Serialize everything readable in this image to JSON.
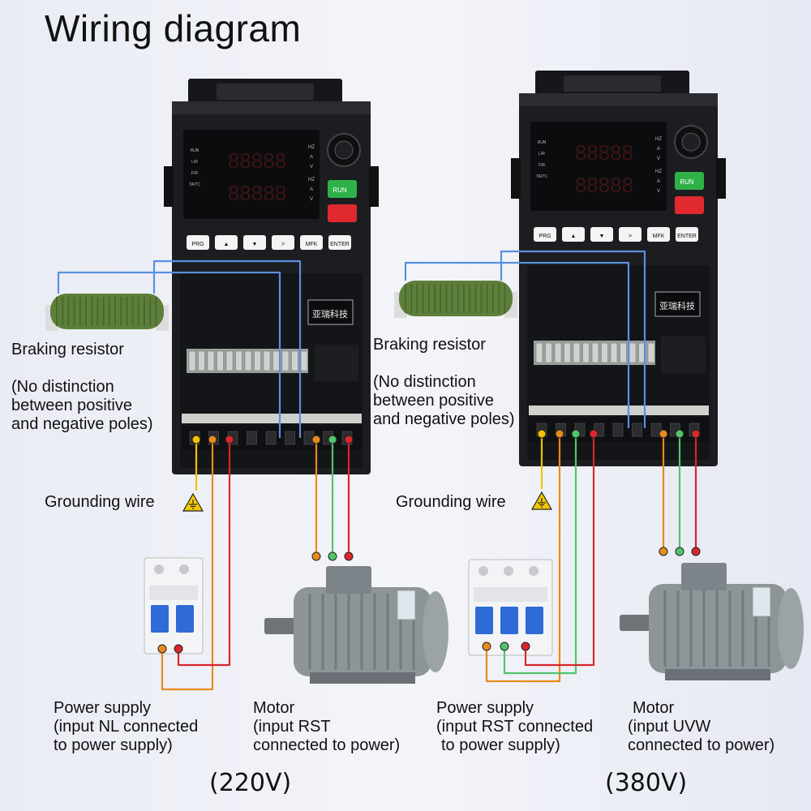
{
  "title": "Wiring diagram",
  "left": {
    "braking_resistor_label": "Braking resistor",
    "polarity_note_line1": "(No distinction",
    "polarity_note_line2": "between positive",
    "polarity_note_line3": "and negative poles)",
    "grounding_label": "Grounding wire",
    "power_supply_line1": "Power supply",
    "power_supply_line2": "(input NL connected",
    "power_supply_line3": "to power supply)",
    "motor_line1": "Motor",
    "motor_line2": "(input RST",
    "motor_line3": "connected to power)",
    "voltage": "(220V)"
  },
  "right": {
    "braking_resistor_label": "Braking resistor",
    "polarity_note_line1": "(No distinction",
    "polarity_note_line2": "between positive",
    "polarity_note_line3": "and negative poles)",
    "grounding_label": "Grounding wire",
    "power_supply_line1": "Power supply",
    "power_supply_line2": "(input RST connected",
    "power_supply_line3": "to power supply)",
    "motor_line1": "Motor",
    "motor_line2": "(input UVW",
    "motor_line3": "connected to power)",
    "voltage": "(380V)"
  },
  "inverter": {
    "keys": [
      "PRG",
      "▲",
      "▼",
      ">",
      "MFK",
      "ENTER"
    ],
    "run_label": "RUN",
    "display_value": "88888",
    "indicator_left": [
      "RUN",
      "L/R",
      "F/R",
      "TA/TC"
    ],
    "unit_labels": [
      "HZ",
      "A",
      "V"
    ],
    "brand_label": "亚瑞科技"
  },
  "colors": {
    "wire_blue": "#5b8fe0",
    "wire_yellow": "#f2c200",
    "wire_orange": "#e88a1c",
    "wire_red": "#d9262c",
    "wire_green": "#52c46a",
    "resistor_green": "#5e7f3c",
    "inverter_body": "#1c1d20",
    "run_button": "#2fb14a",
    "stop_button": "#e0292f",
    "warning_yellow": "#f4c800"
  }
}
